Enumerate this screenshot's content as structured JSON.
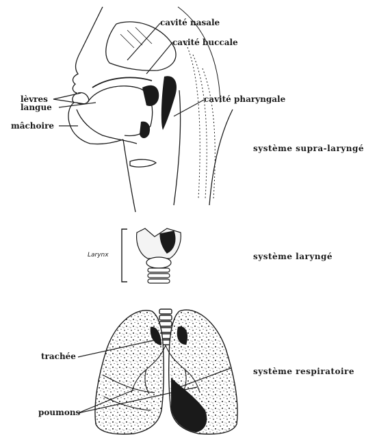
{
  "labels": {
    "cavite_nasale": "cavité nasale",
    "cavite_buccale": "cavité buccale",
    "cavite_pharyngale": "cavité pharyngale",
    "levres": "lèvres",
    "langue": "langue",
    "machoire": "mâchoire",
    "larynx": "Larynx",
    "trachee": "trachée",
    "poumons": "poumons"
  },
  "systems": {
    "supra": "système supra-laryngé",
    "larynge": "système laryngé",
    "respiratoire": "système respiratoire"
  },
  "colors": {
    "ink": "#1a1a1a",
    "texture": "#555555",
    "background": "#ffffff"
  }
}
